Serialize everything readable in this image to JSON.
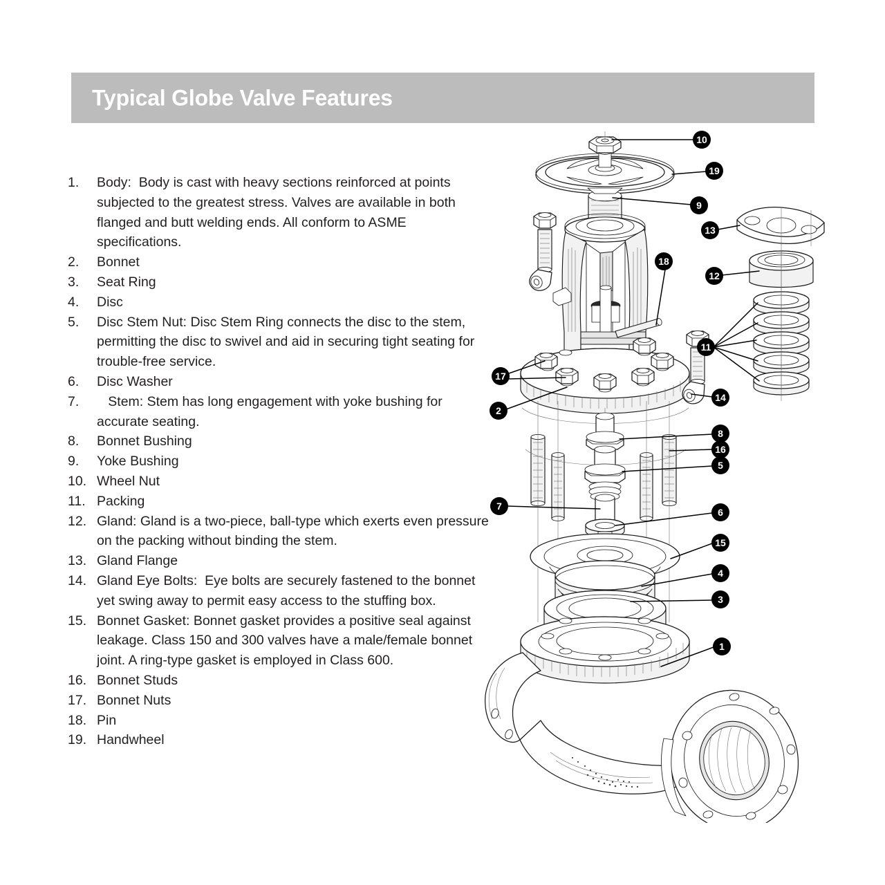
{
  "header": {
    "title": "Typical Globe Valve Features",
    "band_color": "#bcbcbc",
    "title_color": "#ffffff"
  },
  "features": [
    {
      "num": "1.",
      "text": "Body:  Body is cast with heavy sections reinforced at points subjected to the greatest stress. Valves are available in both flanged and butt welding ends. All conform to ASME specifications."
    },
    {
      "num": "2.",
      "text": "Bonnet"
    },
    {
      "num": "3.",
      "text": "Seat Ring"
    },
    {
      "num": "4.",
      "text": "Disc"
    },
    {
      "num": "5.",
      "text": "Disc Stem Nut: Disc Stem Ring connects the disc to the stem, permitting the disc to swivel and aid in securing tight seating for trouble-free service."
    },
    {
      "num": "6.",
      "text": "Disc Washer"
    },
    {
      "num": "7.",
      "text": "   Stem: Stem has long engagement with yoke bushing for accurate seating."
    },
    {
      "num": "8.",
      "text": "Bonnet Bushing"
    },
    {
      "num": "9.",
      "text": "Yoke Bushing"
    },
    {
      "num": "10.",
      "text": "Wheel Nut"
    },
    {
      "num": "11.",
      "text": "Packing"
    },
    {
      "num": "12.",
      "text": "Gland: Gland is a two-piece, ball-type which exerts even pressure on the packing without binding the stem."
    },
    {
      "num": "13.",
      "text": "Gland Flange"
    },
    {
      "num": "14.",
      "text": "Gland Eye Bolts:  Eye bolts are securely fastened to the bonnet yet swing away to permit easy access to the stuffing box."
    },
    {
      "num": "15.",
      "text": "Bonnet Gasket: Bonnet gasket provides a positive seal against leakage. Class 150 and 300 valves have a male/female bonnet joint. A ring-type gasket is employed in Class 600."
    },
    {
      "num": "16.",
      "text": "Bonnet Studs"
    },
    {
      "num": "17.",
      "text": "Bonnet Nuts"
    },
    {
      "num": "18.",
      "text": "Pin"
    },
    {
      "num": "19.",
      "text": "Handwheel"
    }
  ],
  "illustration": {
    "description": "Exploded isometric cutaway drawing of a globe valve",
    "callouts": [
      {
        "id": "10",
        "label": "10",
        "part": "Wheel Nut"
      },
      {
        "id": "19",
        "label": "19",
        "part": "Handwheel"
      },
      {
        "id": "9",
        "label": "9",
        "part": "Yoke Bushing"
      },
      {
        "id": "13",
        "label": "13",
        "part": "Gland Flange"
      },
      {
        "id": "12",
        "label": "12",
        "part": "Gland"
      },
      {
        "id": "11",
        "label": "11",
        "part": "Packing"
      },
      {
        "id": "18",
        "label": "18",
        "part": "Pin"
      },
      {
        "id": "14",
        "label": "14",
        "part": "Gland Eye Bolts"
      },
      {
        "id": "17",
        "label": "17",
        "part": "Bonnet Nuts"
      },
      {
        "id": "2",
        "label": "2",
        "part": "Bonnet"
      },
      {
        "id": "8",
        "label": "8",
        "part": "Bonnet Bushing"
      },
      {
        "id": "16",
        "label": "16",
        "part": "Bonnet Studs"
      },
      {
        "id": "5",
        "label": "5",
        "part": "Disc Stem Nut"
      },
      {
        "id": "7",
        "label": "7",
        "part": "Stem"
      },
      {
        "id": "6",
        "label": "6",
        "part": "Disc Washer"
      },
      {
        "id": "15",
        "label": "15",
        "part": "Bonnet Gasket"
      },
      {
        "id": "4",
        "label": "4",
        "part": "Disc"
      },
      {
        "id": "3",
        "label": "3",
        "part": "Seat Ring"
      },
      {
        "id": "1",
        "label": "1",
        "part": "Body"
      }
    ]
  }
}
